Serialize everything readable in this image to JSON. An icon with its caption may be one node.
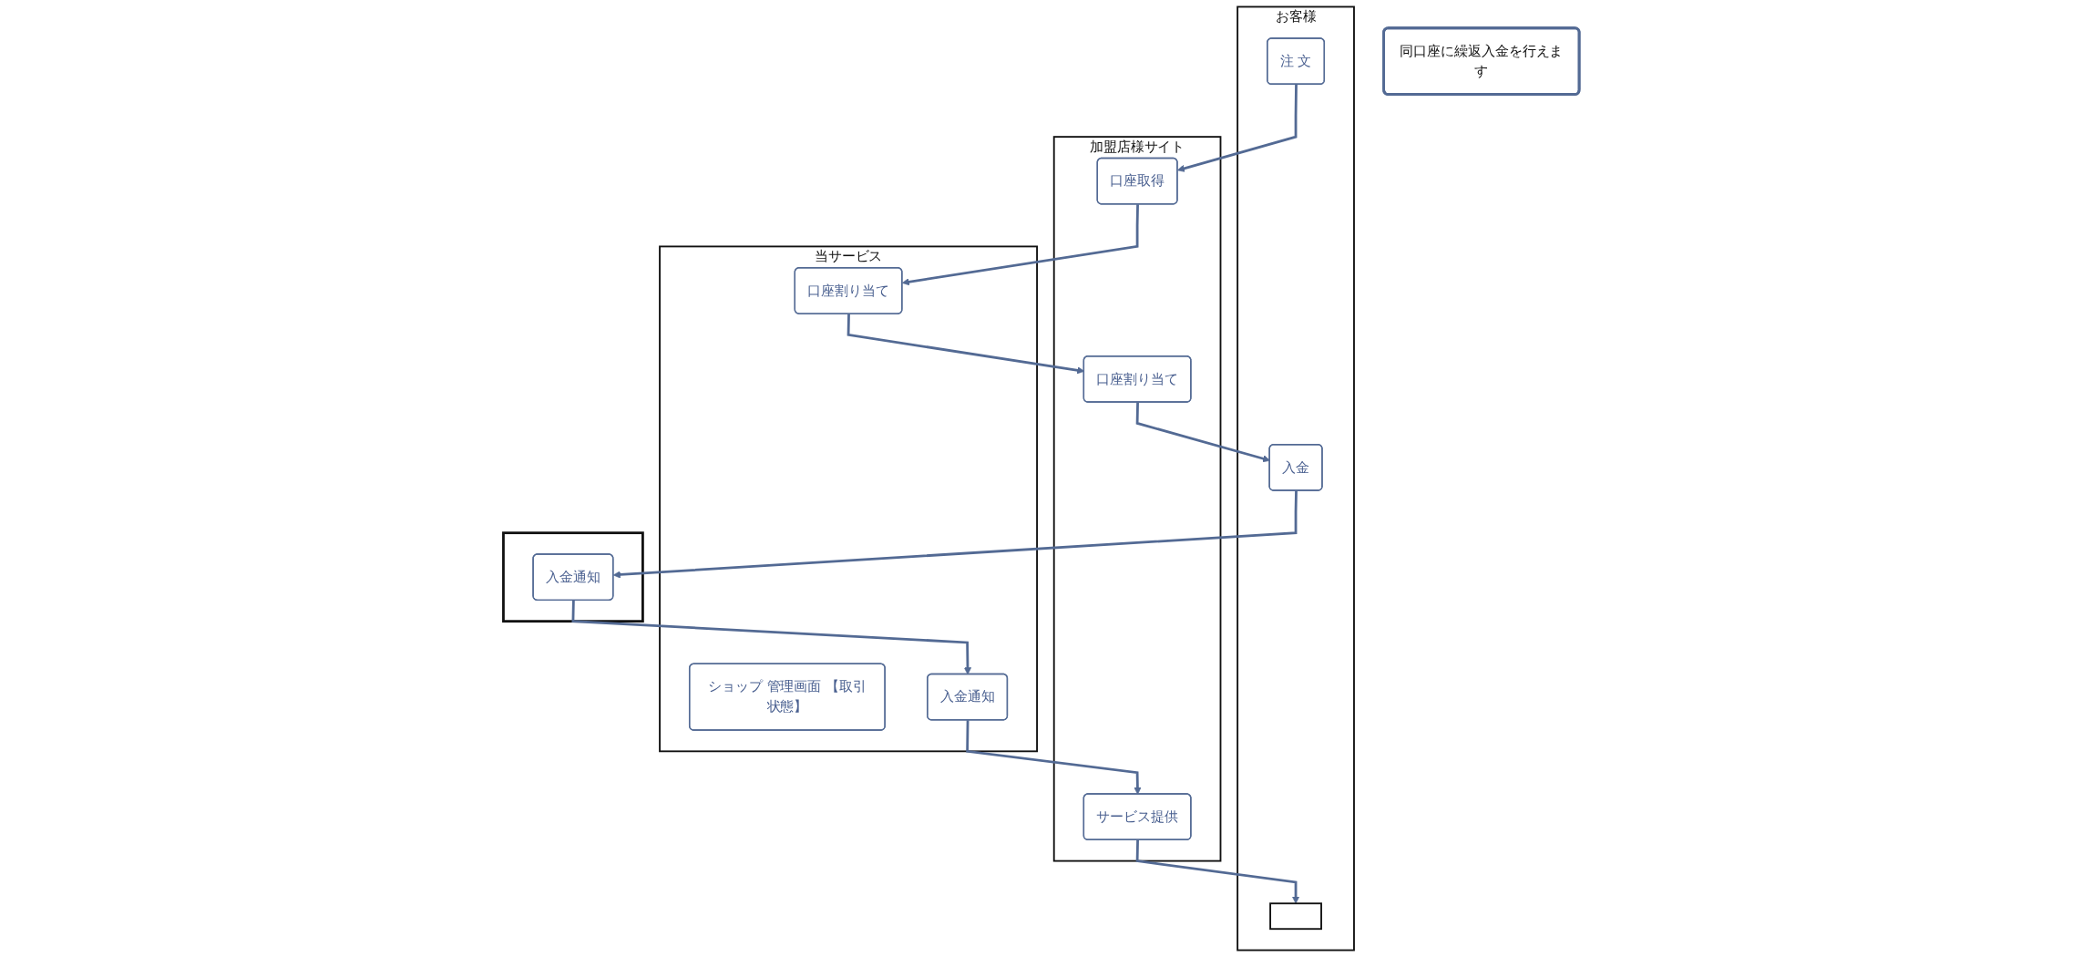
{
  "diagram": {
    "nodes": [
      {
        "text": [
          "お客様"
        ]
      },
      {
        "text": [
          "注 文"
        ],
        "in": 0
      },
      {
        "text": [
          "入金"
        ],
        "in": 0
      },
      {
        "text": [],
        "shape": "box",
        "in": 0
      },
      {
        "text": [
          "加盟店様サイト"
        ]
      },
      {
        "text": [
          "口座取得"
        ],
        "in": 4
      },
      {
        "text": [
          "口座割り当て"
        ],
        "in": 4
      },
      {
        "text": [
          "サービス提供"
        ],
        "in": 4
      },
      {
        "text": [
          "当サービス"
        ]
      },
      {
        "text": [
          "ショップ 管理画面 【取引状態】"
        ],
        "in": 8
      },
      {
        "text": [
          "口座割り当て"
        ],
        "in": 8
      },
      {
        "text": [
          "入金通知"
        ],
        "in": 8
      },
      {
        "text": [],
        "shape": "box"
      },
      {
        "text": [
          "入金通知"
        ],
        "in": 12
      },
      {
        "text": [
          "同口座に繰返入金を行えます"
        ]
      }
    ],
    "edges": [
      {
        "from": 1,
        "to": 5,
        "arrow": "to"
      },
      {
        "from": 5,
        "to": 10,
        "arrow": "to"
      },
      {
        "from": 10,
        "to": 6,
        "arrow": "to"
      },
      {
        "from": 6,
        "to": 2,
        "arrow": "to"
      },
      {
        "from": 2,
        "to": 13,
        "arrow": "to"
      },
      {
        "from": 13,
        "to": 11,
        "arrow": "to"
      },
      {
        "from": 11,
        "to": 7,
        "arrow": "to"
      },
      {
        "from": 7,
        "to": 3,
        "arrow": "to"
      }
    ]
  }
}
